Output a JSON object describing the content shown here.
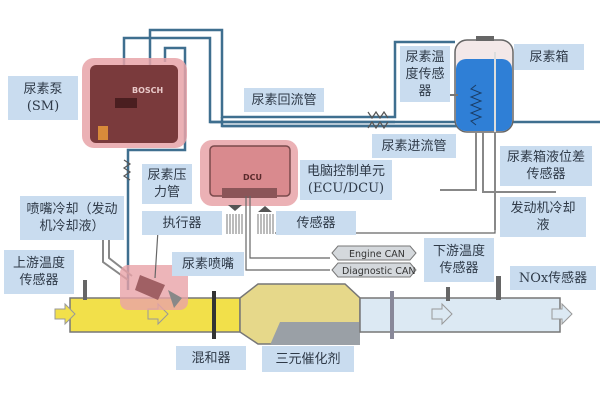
{
  "diagram": {
    "labels": {
      "urea_pump": [
        "尿素泵",
        "(SM)"
      ],
      "return_pipe": "尿素回流管",
      "temp_sensor": [
        "尿素温",
        "度传感",
        "器"
      ],
      "urea_tank": "尿素箱",
      "inlet_pipe": "尿素进流管",
      "pressure_pipe": [
        "尿素压",
        "力管"
      ],
      "ecu": [
        "电脑控制单元",
        "(ECU/DCU)"
      ],
      "level_sensor": [
        "尿素箱液位差",
        "传感器"
      ],
      "nozzle_cooling": [
        "喷嘴冷却（发动",
        "机冷却液）"
      ],
      "actuator": "执行器",
      "sensor": "传感器",
      "engine_coolant": [
        "发动机冷却",
        "液"
      ],
      "upstream_temp": [
        "上游温度",
        "传感器"
      ],
      "urea_nozzle": "尿素喷嘴",
      "downstream_temp": [
        "下游温度",
        "传感器"
      ],
      "nox_sensor": "NOx传感器",
      "mixer": "混和器",
      "catalyst": "三元催化剂"
    },
    "can_bus": {
      "engine": "Engine CAN",
      "diagnostic": "Diagnostic CAN"
    },
    "device_marks": {
      "pump_brand": "BOSCH",
      "dcu_text": "DCU"
    },
    "colors": {
      "label_bg": "#c9dcef",
      "pipe_blue": "#3f6f8f",
      "highlight_pink": "#e8a3a8",
      "exhaust_yellow": "#f2e04a",
      "exhaust_clean": "#dce9f3",
      "urea_blue": "#2f7fd6"
    }
  }
}
